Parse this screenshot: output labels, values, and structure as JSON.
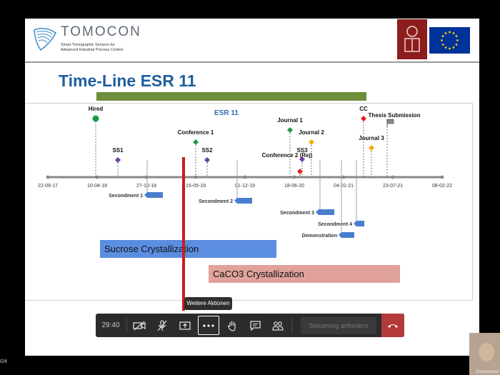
{
  "header": {
    "logo_name": "TOMOCON",
    "logo_subtitle_1": "Smart Tomographic Sensors for",
    "logo_subtitle_2": "Advanced Industrial Process Control"
  },
  "slide": {
    "title": "Time-Line ESR 11",
    "chart_heading": "ESR 11"
  },
  "timeline": {
    "ticks": [
      "22-09-17",
      "10-04-18",
      "27-10-18",
      "15-05-19",
      "01-12-19",
      "18-06-20",
      "04-01-21",
      "23-07-21",
      "08-02-22"
    ],
    "events": [
      {
        "label": "Hired",
        "color": "#1e9a4a",
        "shape": "circle"
      },
      {
        "label": "SS1",
        "color": "#7040a0",
        "shape": "diamond"
      },
      {
        "label": "Conference 1",
        "color": "#1e9a4a",
        "shape": "diamond"
      },
      {
        "label": "SS2",
        "color": "#7040a0",
        "shape": "diamond"
      },
      {
        "label": "Journal 1",
        "color": "#1e9a4a",
        "shape": "diamond"
      },
      {
        "label": "Journal 2",
        "color": "#f0b000",
        "shape": "diamond"
      },
      {
        "label": "SS3",
        "color": "#7040a0",
        "shape": "diamond"
      },
      {
        "label": "Conference 2 (Rej)",
        "color": "#e02020",
        "shape": "diamond"
      },
      {
        "label": "CC",
        "color": "#e02020",
        "shape": "diamond"
      },
      {
        "label": "Journal 3",
        "color": "#f0b000",
        "shape": "diamond"
      },
      {
        "label": "Thesis Submission",
        "color": "#888888",
        "shape": "flag"
      }
    ],
    "periods": [
      {
        "label": "Secondment 1"
      },
      {
        "label": "Secondment 2"
      },
      {
        "label": "Secondment 3"
      },
      {
        "label": "Secondment 4"
      },
      {
        "label": "Demonstration"
      }
    ],
    "bars": {
      "sucrose": "Sucrose Crystallization",
      "caco3": "CaCO3 Crystallization"
    }
  },
  "toolbar": {
    "timer": "29:40",
    "tooltip": "Weitere Aktionen",
    "request_control": "Steuerung anfordern",
    "camera_icon": "camera-off-icon",
    "mic_icon": "mic-off-icon",
    "share_icon": "share-screen-icon",
    "more_icon": "more-actions-icon",
    "hand_icon": "raise-hand-icon",
    "chat_icon": "chat-icon",
    "people_icon": "participants-icon",
    "hangup_icon": "hang-up-icon",
    "hangup_color": "#b43a3a"
  },
  "participant": {
    "name": "Guruprasad"
  },
  "footer": {
    "left_label": "I24"
  }
}
